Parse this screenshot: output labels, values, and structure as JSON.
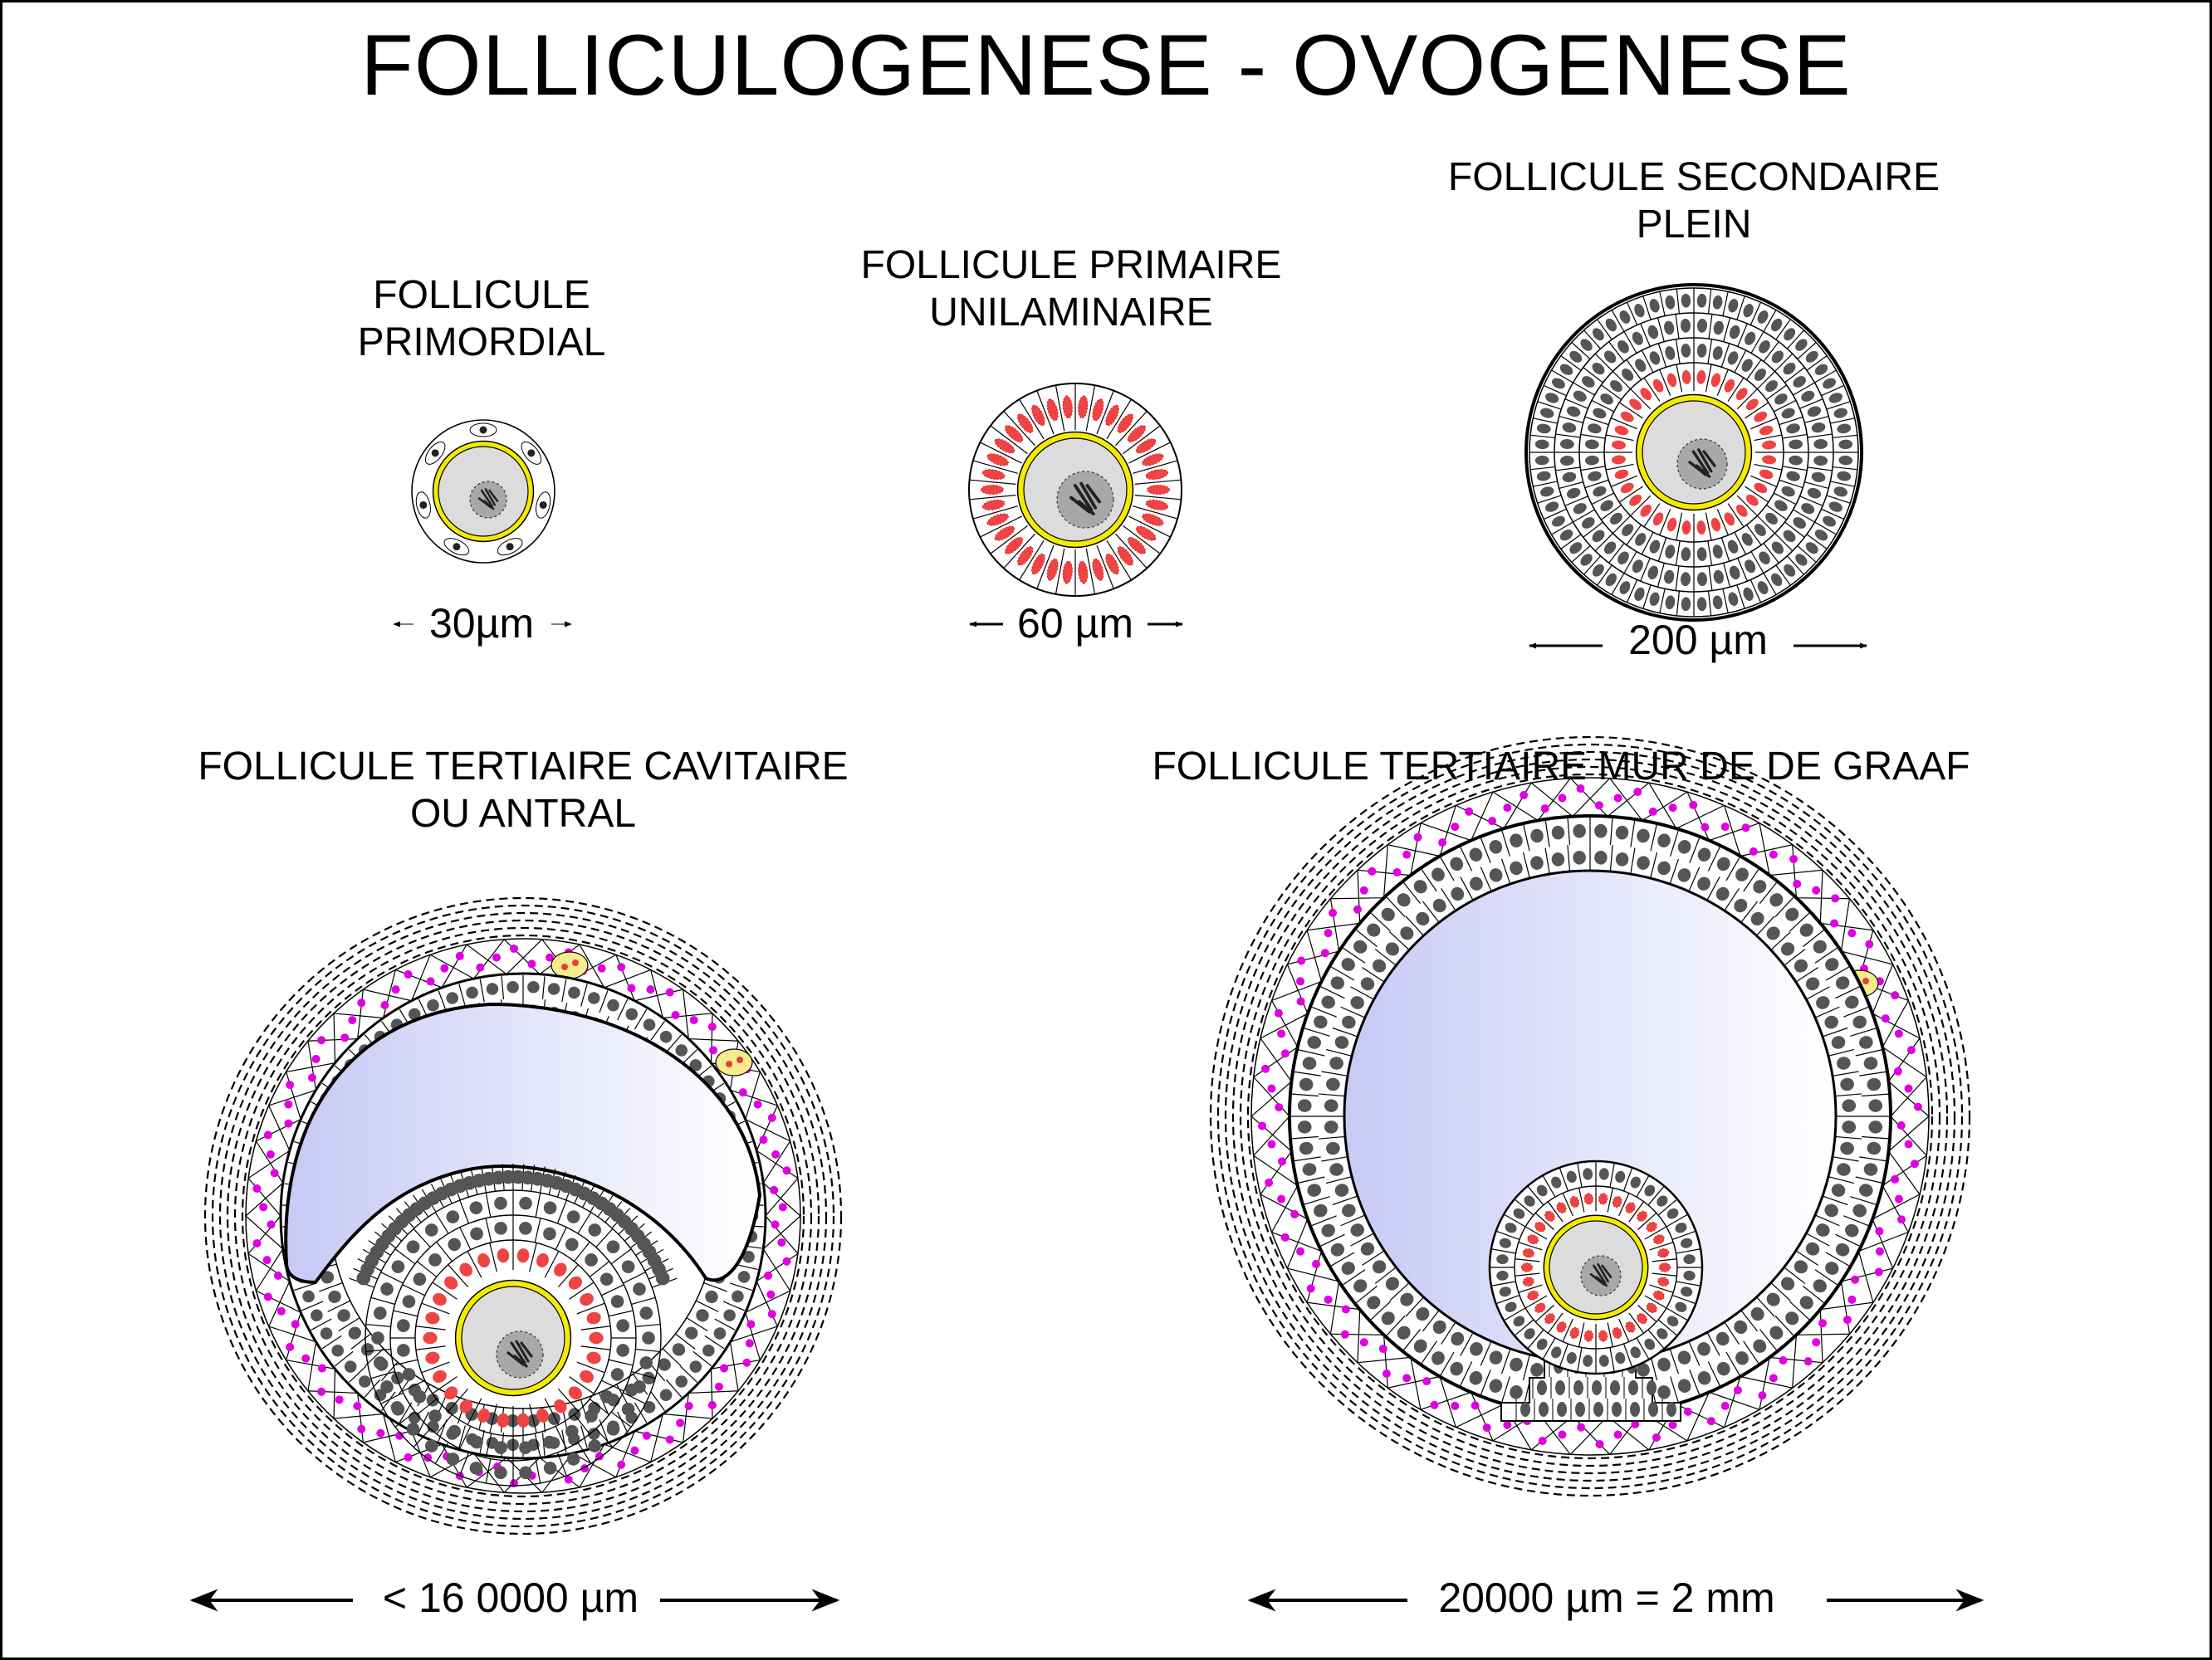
{
  "title": "FOLLICULOGENESE -  OVOGENESE",
  "stages": [
    {
      "key": "primordial",
      "name": "FOLLICULE PRIMORDIAL",
      "lines": [
        "FOLLICULE",
        "PRIMORDIAL"
      ],
      "scale": "30µm"
    },
    {
      "key": "primaire",
      "name": "FOLLICULE PRIMAIRE UNILAMINAIRE",
      "lines": [
        "FOLLICULE PRIMAIRE",
        "UNILAMINAIRE"
      ],
      "scale": "60 µm"
    },
    {
      "key": "secondaire",
      "name": "FOLLICULE SECONDAIRE PLEIN",
      "lines": [
        "FOLLICULE SECONDAIRE",
        "PLEIN"
      ],
      "scale": "200 µm"
    },
    {
      "key": "cavitaire",
      "name": "FOLLICULE TERTIAIRE CAVITAIRE OU ANTRAL",
      "lines": [
        "FOLLICULE TERTIAIRE CAVITAIRE",
        "OU ANTRAL"
      ],
      "scale": "< 16 0000 µm"
    },
    {
      "key": "graaf",
      "name": "FOLLICULE TERTIAIRE MUR DE DE GRAAF",
      "lines": [
        "FOLLICULE TERTIAIRE MUR DE DE GRAAF"
      ],
      "scale": "20000 µm = 2 mm"
    }
  ],
  "colors": {
    "zona_pellucida": "#f2ea00",
    "granulosa_nucleus_inner": "#ee4444",
    "granulosa_nucleus_outer": "#555555",
    "theca_nucleus": "#e000e0",
    "antrum_fluid": "#c9cdf6",
    "oocyte": "#dcdcdc",
    "vessel": "#f6ec8c"
  }
}
